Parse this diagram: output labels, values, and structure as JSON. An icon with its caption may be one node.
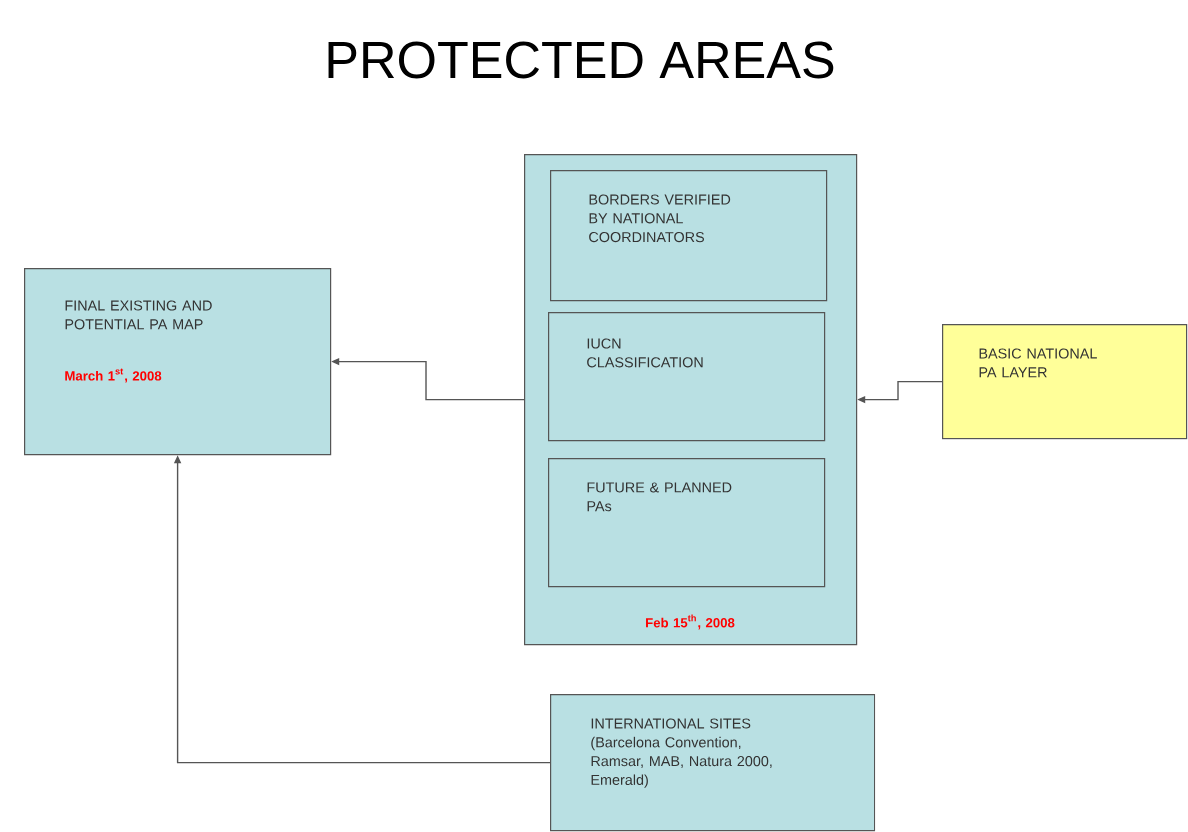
{
  "diagram": {
    "title": "PROTECTED AREAS",
    "nodes": [
      {
        "text": [
          "FINAL EXISTING AND POTENTIAL PA MAP",
          "**March 1$^{st}$, 2008**"
        ]
      },
      {
        "text": [
          "**Feb 15$^{th}$, 2008**"
        ]
      },
      {
        "text": [
          "BORDERS VERIFIED BY NATIONAL COORDINATORS"
        ],
        "in": 1
      },
      {
        "text": [
          "IUCN CLASSIFICATION"
        ],
        "in": 1
      },
      {
        "text": [
          "FUTURE & PLANNED PAs"
        ],
        "in": 1
      },
      {
        "text": [
          "BASIC NATIONAL PA LAYER"
        ]
      },
      {
        "text": [
          "INTERNATIONAL SITES (Barcelona Convention, Ramsar, MAB, Natura 2000, Emerald)"
        ]
      }
    ],
    "edges": [
      {
        "from": 1,
        "to": 0,
        "arrow": "to"
      },
      {
        "from": 5,
        "to": 1,
        "arrow": "to"
      },
      {
        "from": 6,
        "to": 0,
        "arrow": "to"
      }
    ]
  }
}
